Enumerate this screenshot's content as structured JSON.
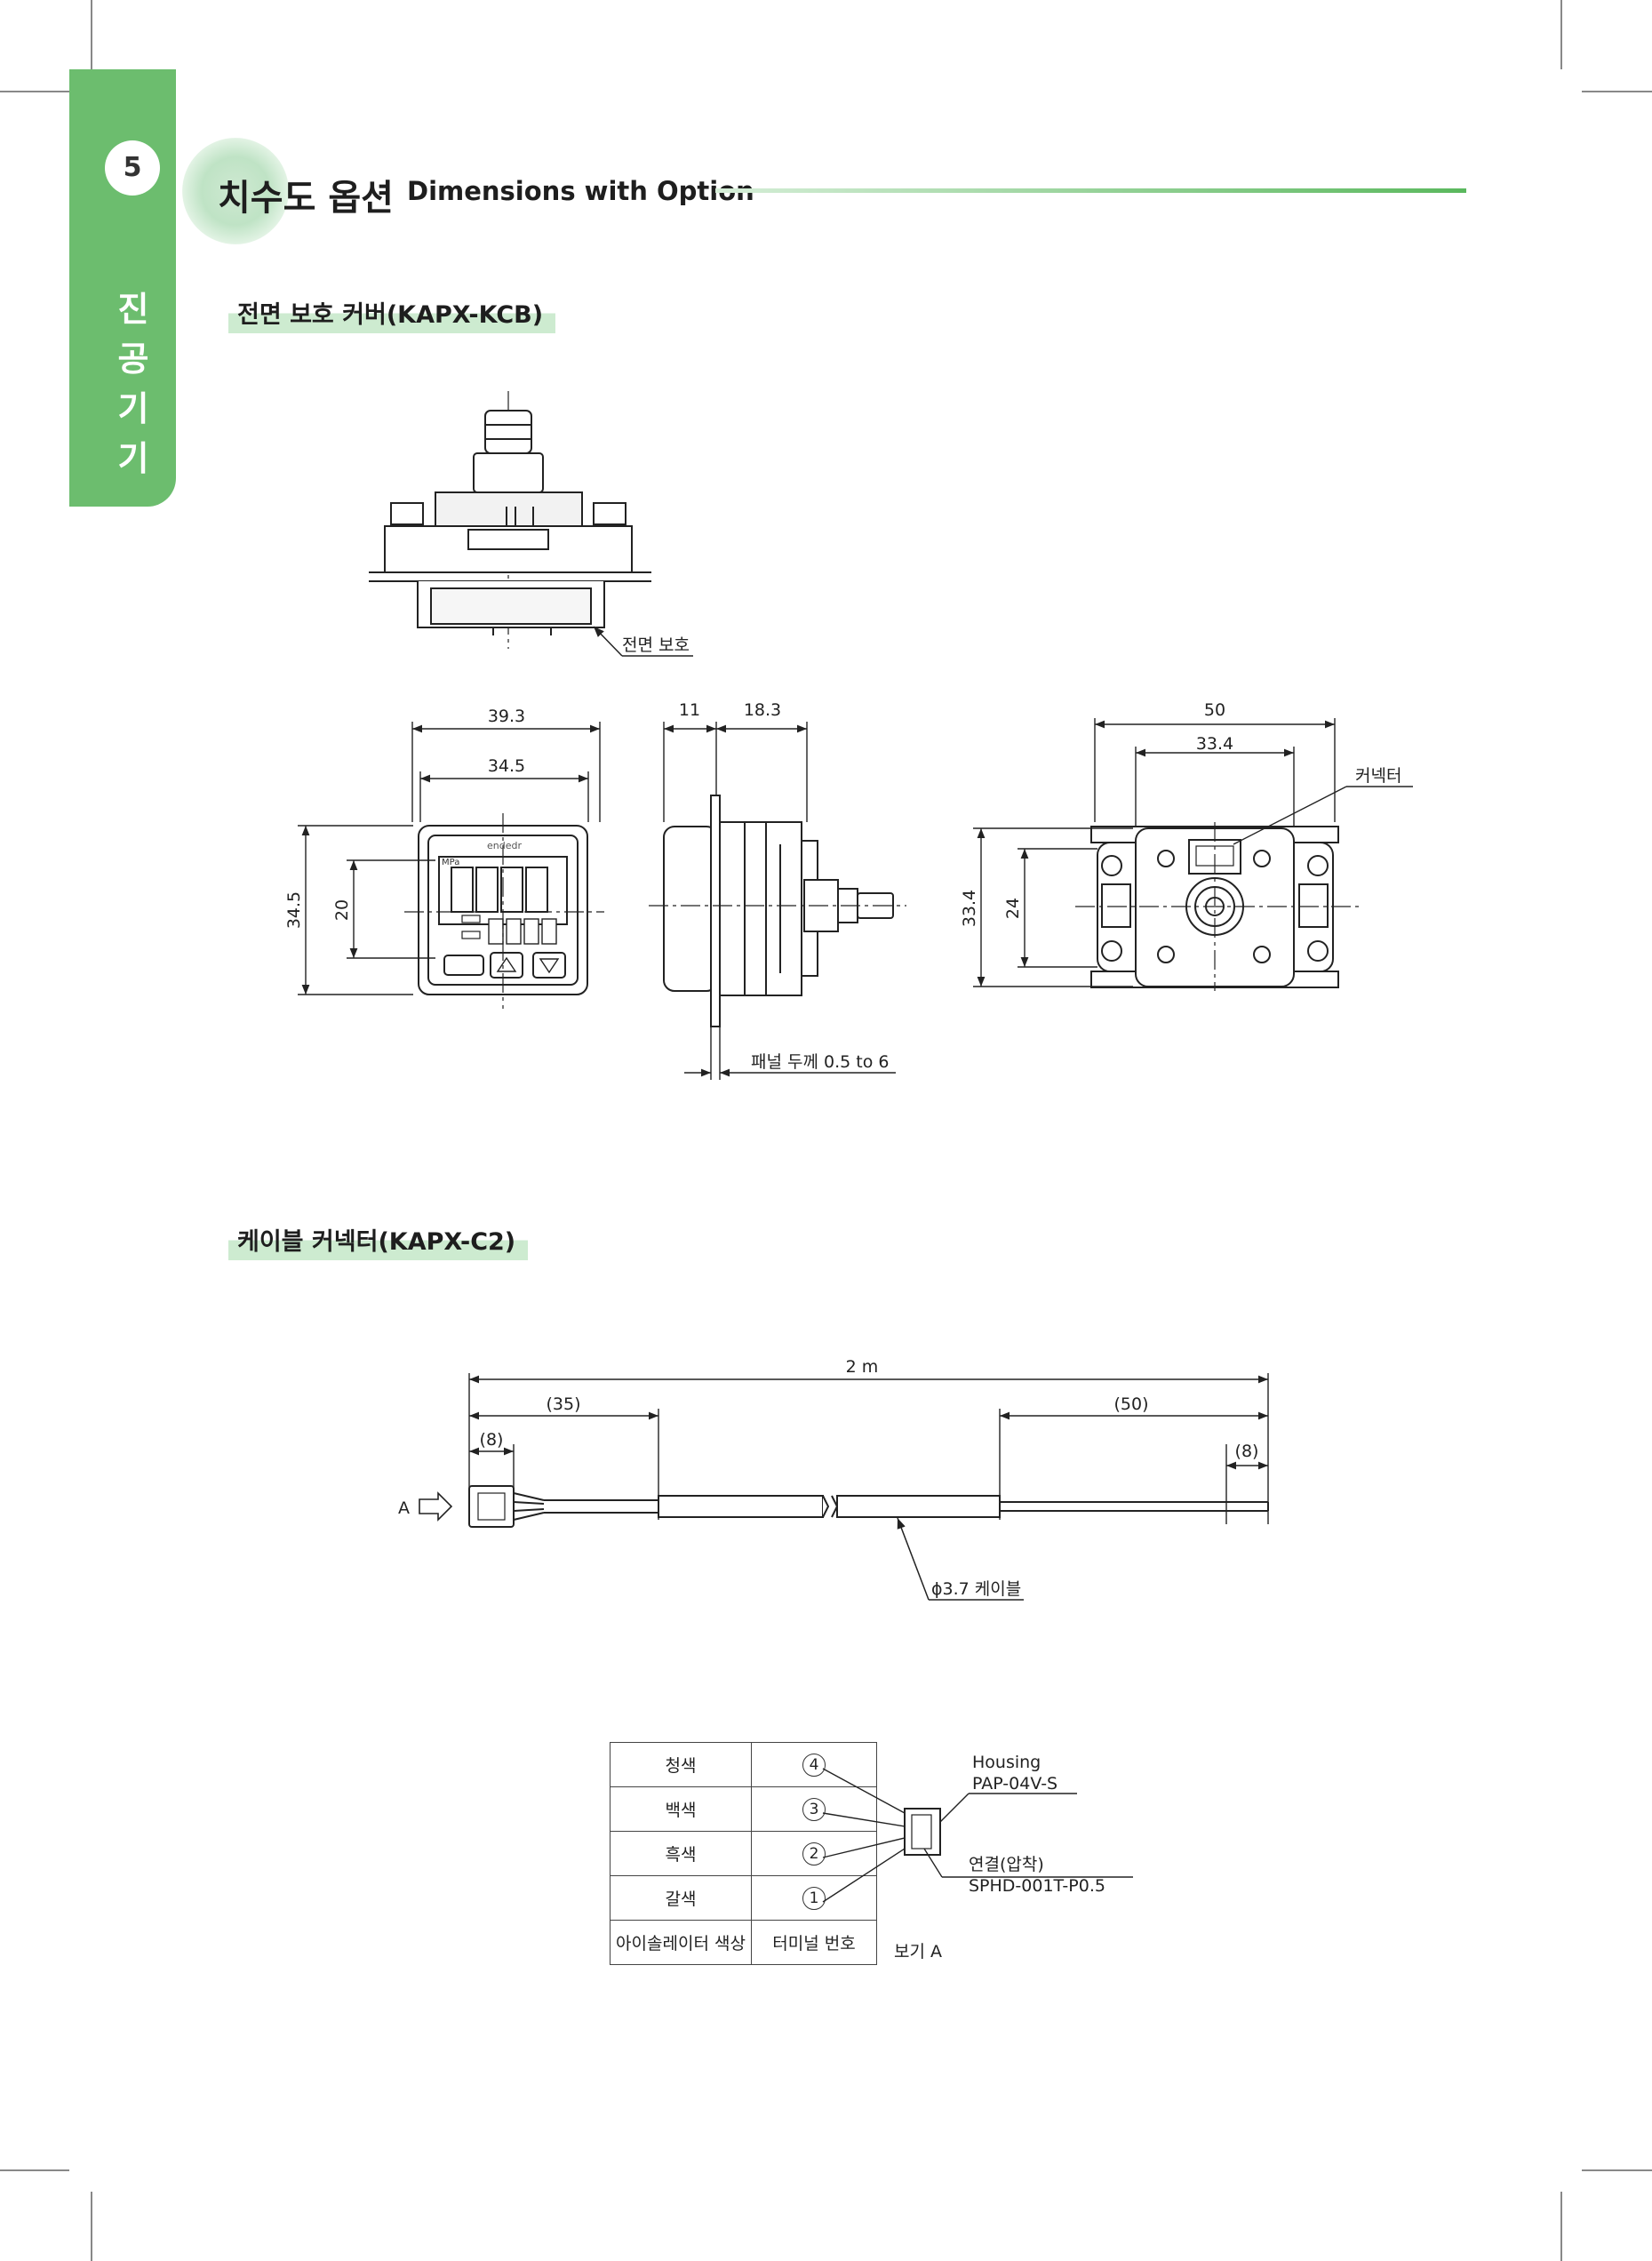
{
  "chapter": {
    "number": "5",
    "side_label": [
      "진",
      "공",
      "기",
      "기"
    ]
  },
  "header": {
    "title_ko": "치수도 옵션",
    "title_en": "Dimensions with Option"
  },
  "section1": {
    "title": "전면 보호 커버(KAPX-KCB)",
    "callout_front_cover": "전면 보호",
    "front_view": {
      "width_outer": "39.3",
      "width_inner": "34.5",
      "height_outer": "34.5",
      "height_inner": "20",
      "brand": "endedr",
      "unit_label": "MPa"
    },
    "side_view": {
      "depth_a": "11",
      "depth_b": "18.3",
      "panel_note": "패널 두께 0.5 to 6"
    },
    "rear_view": {
      "width_outer": "50",
      "width_inner": "33.4",
      "height_outer": "33.4",
      "height_inner": "24",
      "connector_label": "커넥터"
    }
  },
  "section2": {
    "title": "케이블 커넥터(KAPX-C2)",
    "cable": {
      "total_length": "2 m",
      "left_segment": "(35)",
      "right_segment": "(50)",
      "left_small": "(8)",
      "right_small": "(8)",
      "view_label": "A",
      "cable_note": "ϕ3.7 케이블"
    },
    "terminal_table": {
      "rows": [
        {
          "color": "청색",
          "terminal": "4"
        },
        {
          "color": "백색",
          "terminal": "3"
        },
        {
          "color": "흑색",
          "terminal": "2"
        },
        {
          "color": "갈색",
          "terminal": "1"
        }
      ],
      "footer": {
        "col1": "아이솔레이터 색상",
        "col2": "터미널 번호"
      },
      "view_caption": "보기 A",
      "housing_label": "Housing",
      "housing_part": "PAP-04V-S",
      "contact_label": "연결(압착)",
      "contact_part": "SPHD-001T-P0.5"
    }
  },
  "colors": {
    "accent_green": "#6cbd6e",
    "highlight_green": "#cdebd0",
    "line_dark": "#222222"
  }
}
